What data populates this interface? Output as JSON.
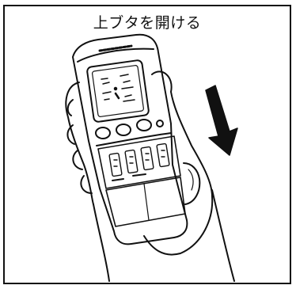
{
  "caption": "上ブタを開ける",
  "illustration": {
    "subject": "remote-control-held-in-hands",
    "arrow_direction": "down-right",
    "line_color": "#111111",
    "background_color": "#ffffff"
  }
}
